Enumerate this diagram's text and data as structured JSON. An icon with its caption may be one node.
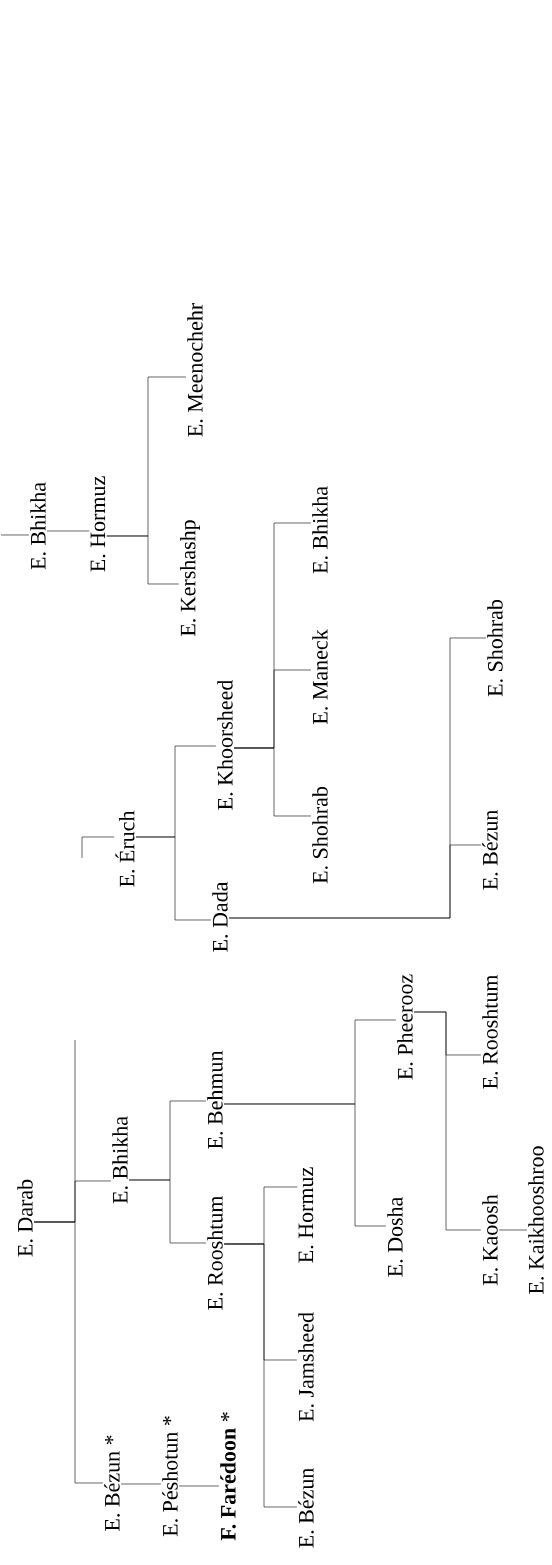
{
  "diagram": {
    "nodes": [
      {
        "text": [
          "E. Darab"
        ]
      },
      {
        "text": [
          "E. Bézun *"
        ]
      },
      {
        "text": [
          "E. Péshotun *"
        ]
      },
      {
        "text": [
          "**F. Farédoon** *"
        ]
      },
      {
        "text": [
          "E. Bhikha"
        ]
      },
      {
        "text": [
          "E. Behmun"
        ]
      },
      {
        "text": [
          "E. Rooshtum"
        ]
      },
      {
        "text": [
          "E. Hormuz"
        ]
      },
      {
        "text": [
          "E. Jamsheed"
        ]
      },
      {
        "text": [
          "E. Bézun"
        ]
      },
      {
        "text": [
          "E. Dosha"
        ]
      },
      {
        "text": [
          "E. Pheerooz"
        ]
      },
      {
        "text": [
          "E. Kaoosh"
        ]
      },
      {
        "text": [
          "E. Rooshtum"
        ]
      },
      {
        "text": [
          "E. Kaikhooshroo"
        ]
      },
      {
        "text": [
          "E. Éruch"
        ]
      },
      {
        "text": [
          "E. Khoorsheed"
        ]
      },
      {
        "text": [
          "E. Dada"
        ]
      },
      {
        "text": [
          "E. Shohrab"
        ]
      },
      {
        "text": [
          "E. Maneck"
        ]
      },
      {
        "text": [
          "E. Bhikha"
        ]
      },
      {
        "text": [
          "E. Bézun"
        ]
      },
      {
        "text": [
          "E. Shohrab"
        ]
      },
      {
        "text": [
          "E. Bhikha"
        ]
      },
      {
        "text": [
          "E. Hormuz"
        ]
      },
      {
        "text": [
          "E. Kershashp"
        ]
      },
      {
        "text": [
          "E. Meenochehr"
        ]
      }
    ],
    "edges": [
      {
        "from": 0,
        "to": 1,
        "arrow": "none"
      },
      {
        "from": 0,
        "to": 4,
        "arrow": "none"
      },
      {
        "from": 0,
        "to": null,
        "arrow": "none"
      },
      {
        "from": 1,
        "to": 2,
        "arrow": "none"
      },
      {
        "from": 2,
        "to": 3,
        "arrow": "none"
      },
      {
        "from": 4,
        "to": 5,
        "arrow": "none"
      },
      {
        "from": 4,
        "to": 6,
        "arrow": "none"
      },
      {
        "from": 6,
        "to": 7,
        "arrow": "none"
      },
      {
        "from": 6,
        "to": 8,
        "arrow": "none"
      },
      {
        "from": 6,
        "to": 9,
        "arrow": "none"
      },
      {
        "from": 5,
        "to": 11,
        "arrow": "none"
      },
      {
        "from": 5,
        "to": 10,
        "arrow": "none"
      },
      {
        "from": 11,
        "to": 13,
        "arrow": "none"
      },
      {
        "from": 11,
        "to": 12,
        "arrow": "none"
      },
      {
        "from": 12,
        "to": 14,
        "arrow": "none"
      },
      {
        "from": null,
        "to": 15,
        "arrow": "none"
      },
      {
        "from": 15,
        "to": 16,
        "arrow": "none"
      },
      {
        "from": 15,
        "to": 17,
        "arrow": "none"
      },
      {
        "from": 16,
        "to": 20,
        "arrow": "none"
      },
      {
        "from": 16,
        "to": 19,
        "arrow": "none"
      },
      {
        "from": 16,
        "to": 18,
        "arrow": "none"
      },
      {
        "from": 17,
        "to": 22,
        "arrow": "none"
      },
      {
        "from": 17,
        "to": 21,
        "arrow": "none"
      },
      {
        "from": null,
        "to": 23,
        "arrow": "none"
      },
      {
        "from": 23,
        "to": 24,
        "arrow": "none"
      },
      {
        "from": 24,
        "to": 26,
        "arrow": "none"
      },
      {
        "from": 24,
        "to": 25,
        "arrow": "none"
      }
    ]
  }
}
